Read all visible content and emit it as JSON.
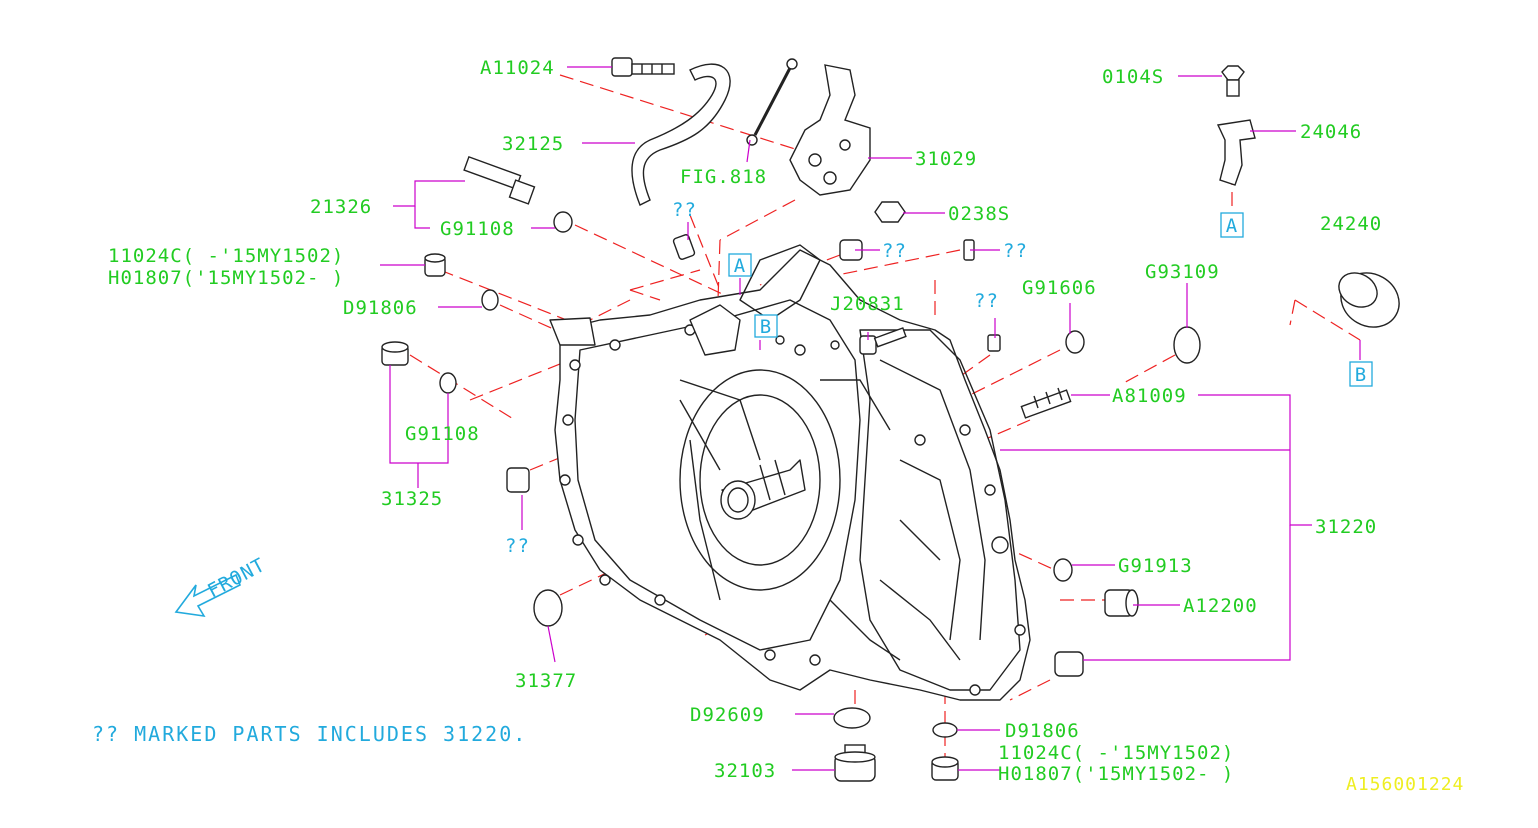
{
  "colors": {
    "part_label": "#22cc22",
    "leader": "#cc00cc",
    "dashed": "#ee2222",
    "drawing": "#222222",
    "cyan": "#22aadd",
    "ref": "#eeee22"
  },
  "labels": {
    "a11024": "A11024",
    "p32125": "32125",
    "fig818": "FIG.818",
    "p31029": "31029",
    "p0238s": "0238S",
    "p21326": "21326",
    "g91108_top": "G91108",
    "p11024c_top": "11024C( -'15MY1502)",
    "h01807_top": "H01807('15MY1502- )",
    "d91806_top": "D91806",
    "j20831": "J20831",
    "g91606": "G91606",
    "g93109": "G93109",
    "p0104s": "0104S",
    "p24046": "24046",
    "p24240": "24240",
    "a81009": "A81009",
    "p31220": "31220",
    "g91108_mid": "G91108",
    "p31325": "31325",
    "g91913": "G91913",
    "a12200": "A12200",
    "p31377": "31377",
    "d92609": "D92609",
    "p32103": "32103",
    "d91806_bot": "D91806",
    "p11024c_bot": "11024C( -'15MY1502)",
    "h01807_bot": "H01807('15MY1502- )"
  },
  "markers": {
    "q1": "??",
    "q2": "??",
    "q3": "??",
    "q4": "??",
    "q5": "??",
    "box_a_1": "A",
    "box_b_1": "B",
    "box_a_2": "A",
    "box_b_2": "B"
  },
  "front": "FRONT",
  "note": "?? MARKED PARTS INCLUDES 31220.",
  "reference": "A156001224"
}
